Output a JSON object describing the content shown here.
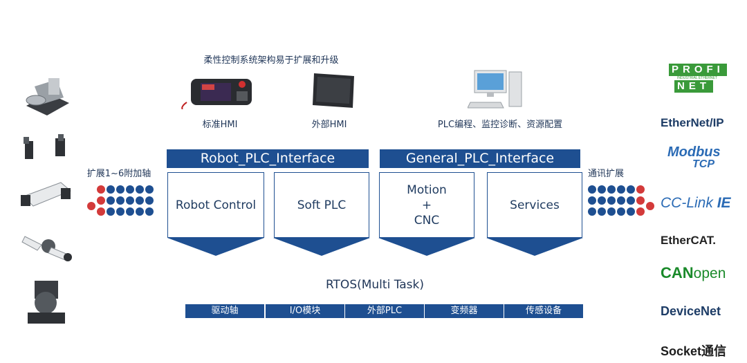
{
  "header_caption": "柔性控制系统架构易于扩展和升级",
  "devices": [
    {
      "label": "标准HMI",
      "icon": "teach-pendant-icon"
    },
    {
      "label": "外部HMI",
      "icon": "tablet-hmi-icon"
    },
    {
      "label": "PLC编程、监控诊断、资源配置",
      "icon": "desktop-computer-icon"
    }
  ],
  "left_caption": "扩展1~6附加轴",
  "right_caption": "通讯扩展",
  "interfaces": [
    "Robot_PLC_Interface",
    "General_PLC_Interface"
  ],
  "modules": [
    "Robot Control",
    "Soft PLC",
    "Motion\n+\nCNC",
    "Services"
  ],
  "rtos_label": "RTOS(Multi Task)",
  "bottom_items": [
    "驱动轴",
    "I/O模块",
    "外部PLC",
    "变频器",
    "传感设备"
  ],
  "protocols": {
    "profinet_line1": "PROFI",
    "profinet_line2": "NET",
    "profinet_sub": "INDUSTRIAL ETHERNET",
    "ethernet_ip": "EtherNet/IP",
    "modbus_line1": "Modbus",
    "modbus_line2": "TCP",
    "cclink_a": "CC-Link",
    "cclink_b": "IE",
    "ethercat": "EtherCAT.",
    "canopen_a": "CAN",
    "canopen_b": "open",
    "devicenet": "DeviceNet",
    "socket": "Socket通信"
  },
  "colors": {
    "primary": "#1e4f91",
    "dot_red": "#d33a3a",
    "dot_blue": "#1e4f91"
  }
}
